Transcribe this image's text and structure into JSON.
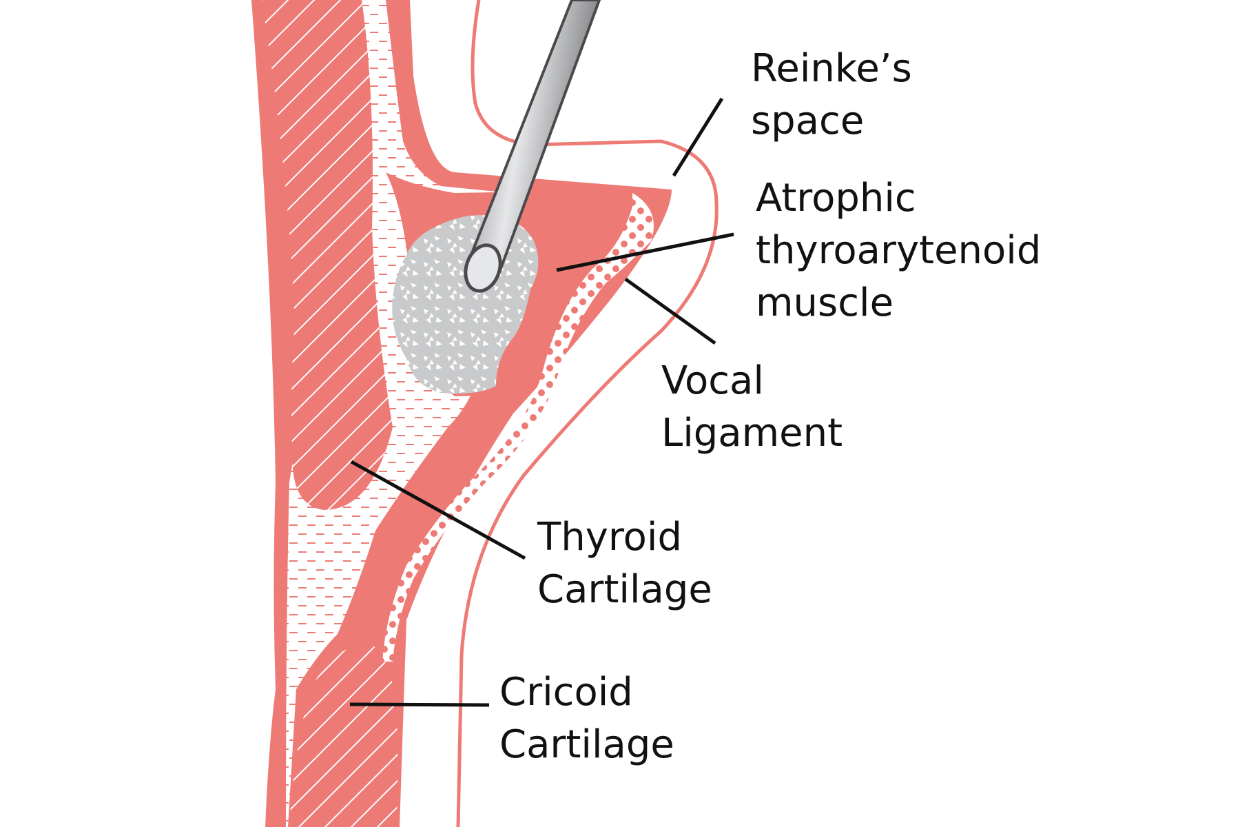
{
  "colors": {
    "tissue": "#EE7A75",
    "tissue_line": "#EE7A75",
    "hatch_line": "#ffffff",
    "fat_dash": "#EE7A75",
    "implant_fill": "#C9CACB",
    "instrument_dark": "#6E6F71",
    "instrument_light": "#E6E7E8",
    "leader": "#111111",
    "text": "#111111"
  },
  "icons": {
    "instrument": "injection-needle-icon",
    "implant": "implant-material-icon"
  },
  "labels": {
    "reinkes_space": {
      "line1": "Reinke’s",
      "line2": "space"
    },
    "atrophic_thyroarytenoid_muscle": {
      "line1": "Atrophic",
      "line2": "thyroarytenoid",
      "line3": "muscle"
    },
    "vocal_ligament": {
      "line1": "Vocal",
      "line2": "Ligament"
    },
    "thyroid_cartilage": {
      "line1": "Thyroid",
      "line2": "Cartilage"
    },
    "cricoid_cartilage": {
      "line1": "Cricoid",
      "line2": "Cartilage"
    }
  }
}
